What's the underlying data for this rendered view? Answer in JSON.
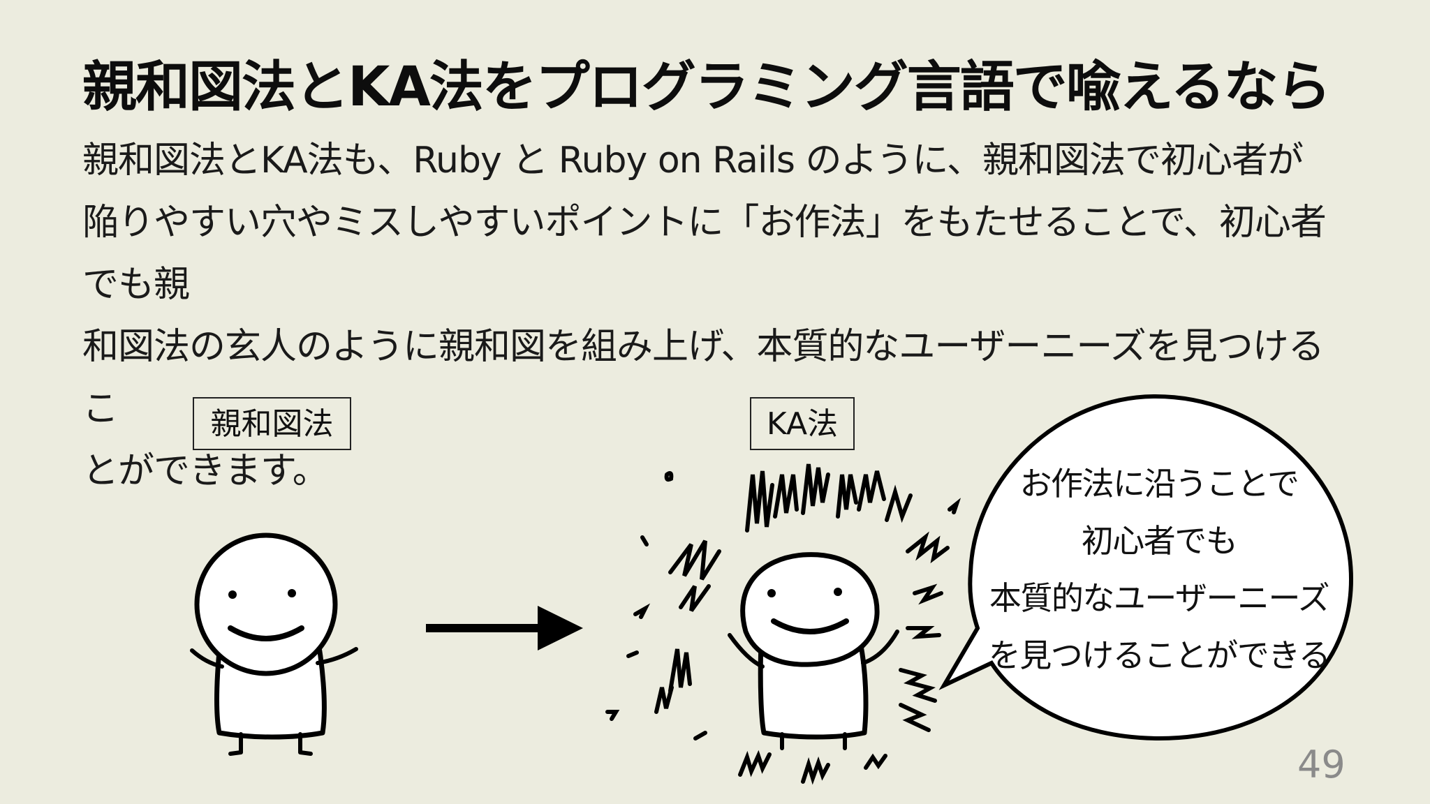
{
  "slide": {
    "title": "親和図法とKA法をプログラミング言語で喩えるなら",
    "body_lines": [
      "親和図法とKA法も、Ruby と Ruby on Rails のように、親和図法で初心者が",
      "陥りやすい穴やミスしやすいポイントに「お作法」をもたせることで、初心者でも親",
      "和図法の玄人のように親和図を組み上げ、本質的なユーザーニーズを見つけるこ",
      "とができます。"
    ],
    "left_label": "親和図法",
    "right_label": "KA法",
    "speech_bubble_lines": [
      "お作法に沿うことで",
      "初心者でも",
      "本質的なユーザーニーズ",
      "を見つけることができる"
    ],
    "page_number": "49"
  },
  "colors": {
    "background": "#ececdf",
    "ink": "#111111",
    "page_number": "#8a8a8a"
  }
}
